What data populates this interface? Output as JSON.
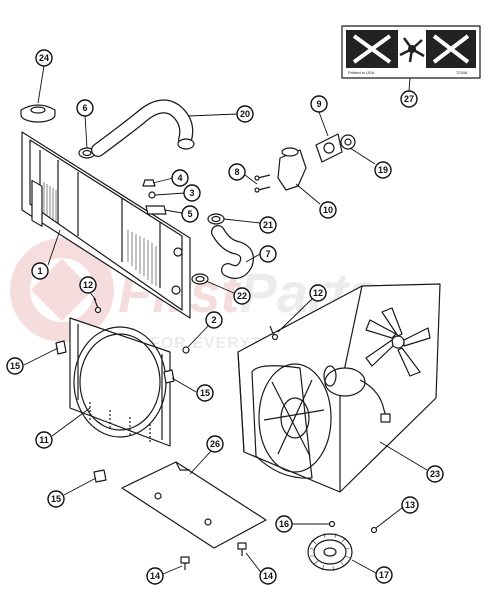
{
  "watermark": {
    "brand": "FirstParts",
    "brand_first": "First",
    "brand_second": "Parts",
    "tagline": "FOR EVERYTHING THAT MOVES"
  },
  "warning_label": {
    "fine_print": "Printed in USA",
    "part_code": "72346"
  },
  "callouts": [
    {
      "id": "1",
      "label": "1"
    },
    {
      "id": "2",
      "label": "2"
    },
    {
      "id": "3",
      "label": "3"
    },
    {
      "id": "4",
      "label": "4"
    },
    {
      "id": "5",
      "label": "5"
    },
    {
      "id": "6",
      "label": "6"
    },
    {
      "id": "7",
      "label": "7"
    },
    {
      "id": "8",
      "label": "8"
    },
    {
      "id": "9",
      "label": "9"
    },
    {
      "id": "10",
      "label": "10"
    },
    {
      "id": "11",
      "label": "11"
    },
    {
      "id": "12a",
      "label": "12"
    },
    {
      "id": "12b",
      "label": "12"
    },
    {
      "id": "13",
      "label": "13"
    },
    {
      "id": "14a",
      "label": "14"
    },
    {
      "id": "14b",
      "label": "14"
    },
    {
      "id": "15a",
      "label": "15"
    },
    {
      "id": "15b",
      "label": "15"
    },
    {
      "id": "15c",
      "label": "15"
    },
    {
      "id": "16",
      "label": "16"
    },
    {
      "id": "17",
      "label": "17"
    },
    {
      "id": "19",
      "label": "19"
    },
    {
      "id": "20",
      "label": "20"
    },
    {
      "id": "21",
      "label": "21"
    },
    {
      "id": "22",
      "label": "22"
    },
    {
      "id": "23",
      "label": "23"
    },
    {
      "id": "24",
      "label": "24"
    },
    {
      "id": "26",
      "label": "26"
    },
    {
      "id": "27",
      "label": "27"
    }
  ]
}
